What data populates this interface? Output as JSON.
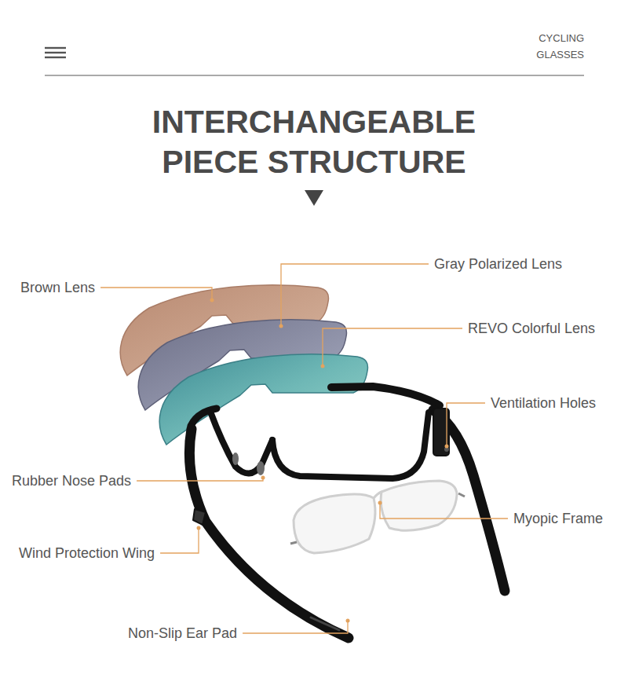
{
  "diagram": {
    "title": "INTERCHANGEABLE PIECE STRUCTURE",
    "labels": [
      "CYCLING GLASSES",
      "Brown Lens",
      "Gray Polarized Lens",
      "REVO Colorful Lens",
      "Ventilation Holes",
      "Rubber Nose Pads",
      "Myopic Frame",
      "Wind Protection Wing",
      "Non-Slip Ear Pad"
    ]
  }
}
